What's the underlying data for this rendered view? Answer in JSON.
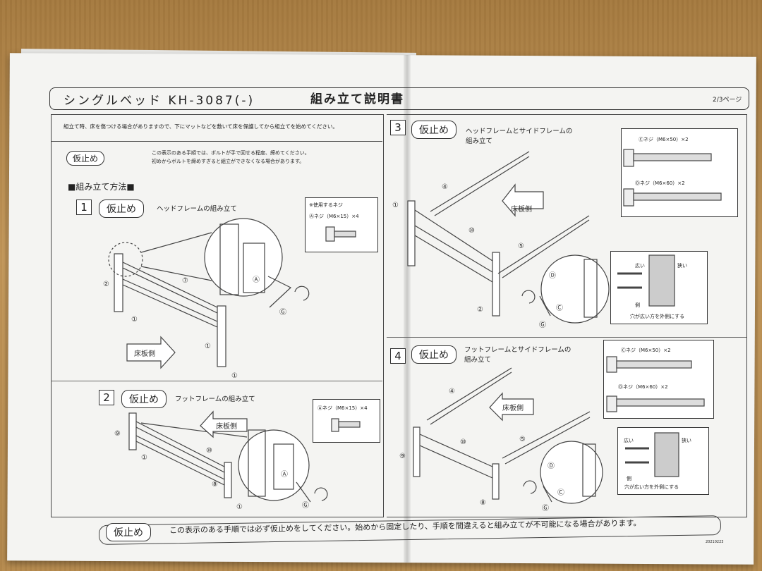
{
  "header": {
    "product_title": "シングルベッド KH-3087(-)",
    "doc_title": "組み立て説明書",
    "page": "2/3ページ"
  },
  "notes": {
    "caution": "組立て時、床を傷つける場合がありますので、下にマットなどを敷いて床を保護してから組立てを始めてください。",
    "legend_label": "仮止め",
    "legend_line1": "この表示のある手順では、ボルトが手で回せる程度、締めてください。",
    "legend_line2": "初めからボルトを締めすぎると組立ができなくなる場合があります。"
  },
  "method_heading": "■組み立て方法■",
  "steps": [
    {
      "num": "1",
      "tag": "仮止め",
      "title": "ヘッドフレームの組み立て",
      "screw_head": "※使用するネジ",
      "screw": "Ⓐネジ（M6×15）×4",
      "labels": [
        "②",
        "⑦",
        "①",
        "①",
        "①",
        "Ⓐ",
        "Ⓖ"
      ],
      "arrow": "床板側"
    },
    {
      "num": "2",
      "tag": "仮止め",
      "title": "フットフレームの組み立て",
      "screw": "Ⓐネジ（M6×15）×4",
      "labels": [
        "⑨",
        "⑩",
        "①",
        "⑧",
        "①",
        "Ⓐ",
        "Ⓖ"
      ],
      "arrow": "床板側"
    },
    {
      "num": "3",
      "tag": "仮止め",
      "title": "ヘッドフレームとサイドフレームの",
      "title2": "組み立て",
      "screw_c": "Ⓒネジ（M6×50）×2",
      "screw_d": "Ⓓネジ（M6×60）×2",
      "labels": [
        "④",
        "①",
        "⑩",
        "⑤",
        "②",
        "Ⓖ",
        "Ⓓ",
        "Ⓒ"
      ],
      "arrow": "床板側",
      "wide": "広い",
      "narrow": "狭い",
      "side": "側",
      "hole_note": "穴が広い方を外側にする"
    },
    {
      "num": "4",
      "tag": "仮止め",
      "title": "フットフレームとサイドフレームの",
      "title2": "組み立て",
      "screw_c": "Ⓒネジ（M6×50）×2",
      "screw_d": "Ⓓネジ（M6×60）×2",
      "labels": [
        "④",
        "⑨",
        "⑩",
        "⑤",
        "⑧",
        "Ⓖ",
        "Ⓓ",
        "Ⓒ"
      ],
      "arrow": "床板側",
      "wide": "広い",
      "narrow": "狭い",
      "side": "側",
      "hole_note": "穴が広い方を外側にする"
    }
  ],
  "footer": {
    "tag": "仮止め",
    "text": "この表示のある手順では必ず仮止めをしてください。始めから固定したり、手順を間違えると組み立てが不可能になる場合があります。",
    "code": "20210223"
  }
}
